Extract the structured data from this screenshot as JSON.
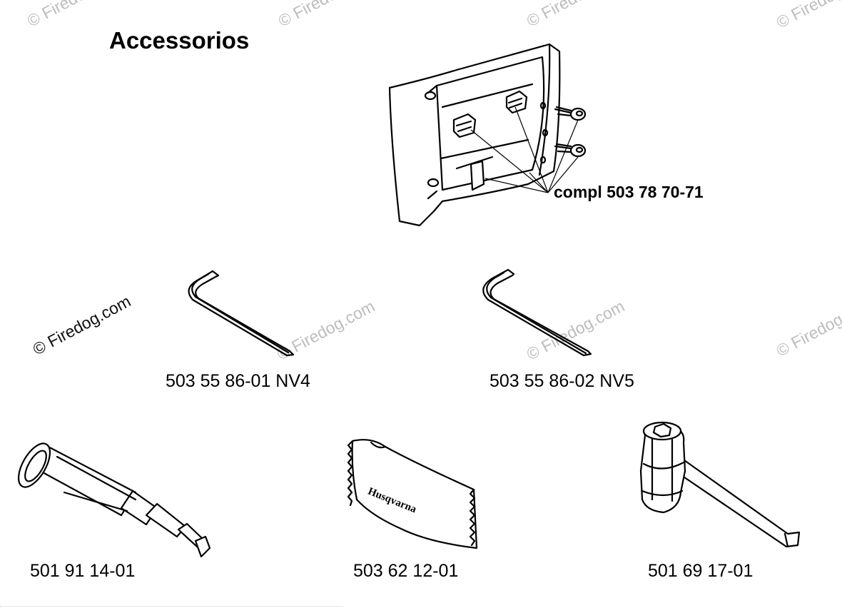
{
  "title": "Accessorios",
  "watermark": "© Firedog.com",
  "callout": {
    "text": "compl 503 78 70-71",
    "part": "chain-guard-plate-set"
  },
  "parts": [
    {
      "id": "hex-key-4",
      "label": "503 55 86-01 NV4",
      "icon": "hex-key-icon"
    },
    {
      "id": "hex-key-5",
      "label": "503 55 86-02 NV5",
      "icon": "hex-key-icon"
    },
    {
      "id": "grease-gun",
      "label": "501 91 14-01",
      "icon": "grease-gun-icon"
    },
    {
      "id": "cleaning-cloth",
      "label": "503 62 12-01",
      "icon": "cloth-pouch-icon",
      "printed_brand": "Husqvarna"
    },
    {
      "id": "combination-spanner",
      "label": "501 69 17-01",
      "icon": "spark-plug-spanner-icon"
    }
  ],
  "colors": {
    "ink": "#000000",
    "watermark": "#bdbdbd",
    "background": "#ffffff"
  }
}
